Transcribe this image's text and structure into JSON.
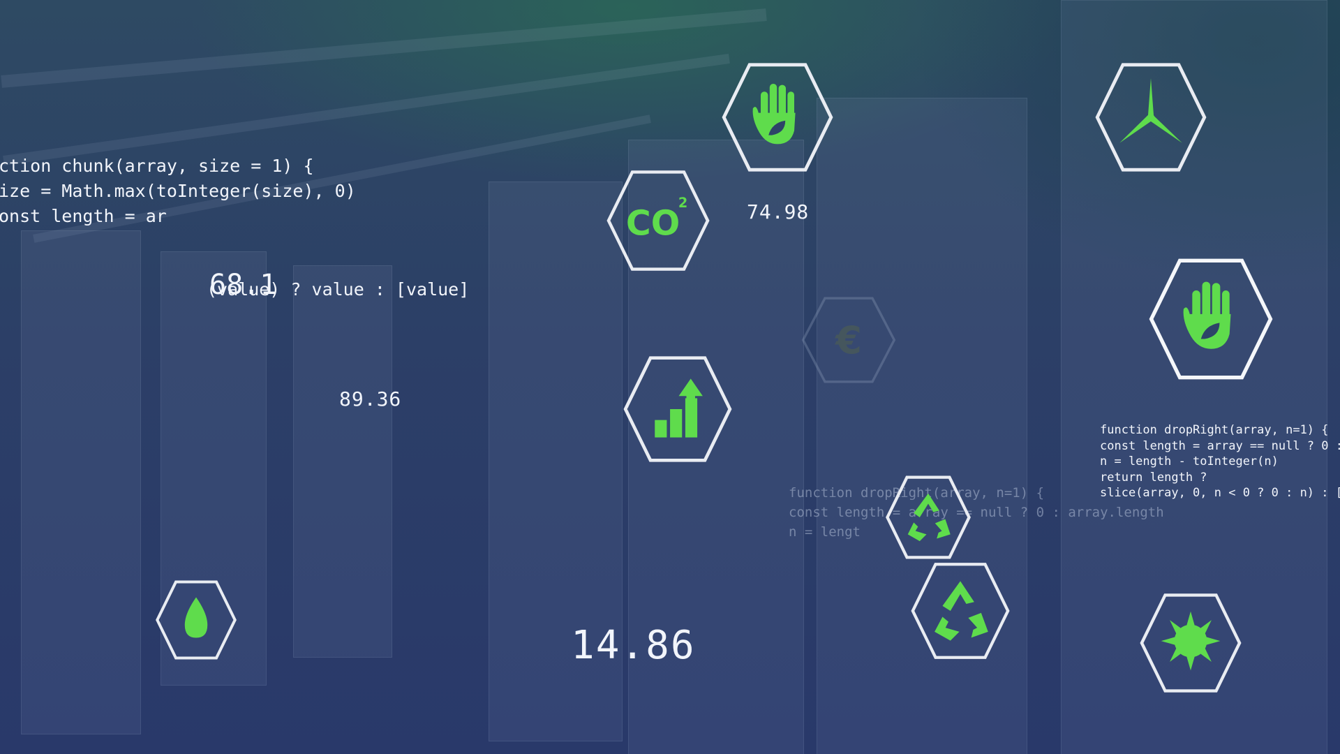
{
  "code_blocks": {
    "chunk": {
      "lines": [
        "ction chunk(array, size = 1) {",
        "ize = Math.max(toInteger(size), 0)",
        "onst length = ar"
      ]
    },
    "value_line": "(value) ? value : [value]",
    "drop_right": {
      "lines": [
        "function dropRight(array, n=1) {",
        "const length = array == null ? 0 :",
        "n = length - toInteger(n)",
        "return length ?",
        "slice(array, 0, n < 0 ? 0 : n) : ["
      ]
    },
    "drop_right_faint": {
      "lines": [
        "function dropRight(array, n=1) {",
        "const length = array == null ? 0 : array.length",
        "n = lengt"
      ]
    }
  },
  "readouts": {
    "a": "68.1",
    "b": "74.98",
    "c": "89.36",
    "d": "14.86"
  },
  "icons": {
    "co2_main": "CO",
    "co2_sup": "2",
    "euro_faint": "€"
  },
  "colors": {
    "accent_green": "#5fdc4c",
    "hex_stroke": "#e9ecf2"
  }
}
